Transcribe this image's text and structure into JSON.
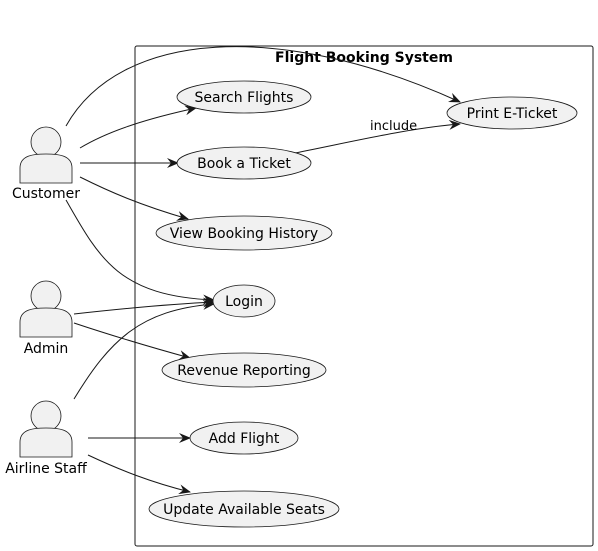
{
  "system": {
    "title": "Flight Booking System"
  },
  "actors": [
    {
      "name": "Customer"
    },
    {
      "name": "Admin"
    },
    {
      "name": "Airline Staff"
    }
  ],
  "use_cases": [
    {
      "name": "Search Flights"
    },
    {
      "name": "Book a Ticket"
    },
    {
      "name": "View Booking History"
    },
    {
      "name": "Print E-Ticket"
    },
    {
      "name": "Login"
    },
    {
      "name": "Revenue Reporting"
    },
    {
      "name": "Add Flight"
    },
    {
      "name": "Update Available Seats"
    }
  ],
  "relations": [
    {
      "from": "Customer",
      "to": "Print E-Ticket",
      "label": ""
    },
    {
      "from": "Customer",
      "to": "Search Flights",
      "label": ""
    },
    {
      "from": "Customer",
      "to": "Book a Ticket",
      "label": ""
    },
    {
      "from": "Customer",
      "to": "View Booking History",
      "label": ""
    },
    {
      "from": "Customer",
      "to": "Login",
      "label": ""
    },
    {
      "from": "Book a Ticket",
      "to": "Print E-Ticket",
      "label": "include"
    },
    {
      "from": "Admin",
      "to": "Login",
      "label": ""
    },
    {
      "from": "Admin",
      "to": "Revenue Reporting",
      "label": ""
    },
    {
      "from": "Airline Staff",
      "to": "Login",
      "label": ""
    },
    {
      "from": "Airline Staff",
      "to": "Add Flight",
      "label": ""
    },
    {
      "from": "Airline Staff",
      "to": "Update Available Seats",
      "label": ""
    }
  ],
  "colors": {
    "node_fill": "#f1f1f1",
    "stroke": "#181818",
    "background": "#ffffff"
  }
}
